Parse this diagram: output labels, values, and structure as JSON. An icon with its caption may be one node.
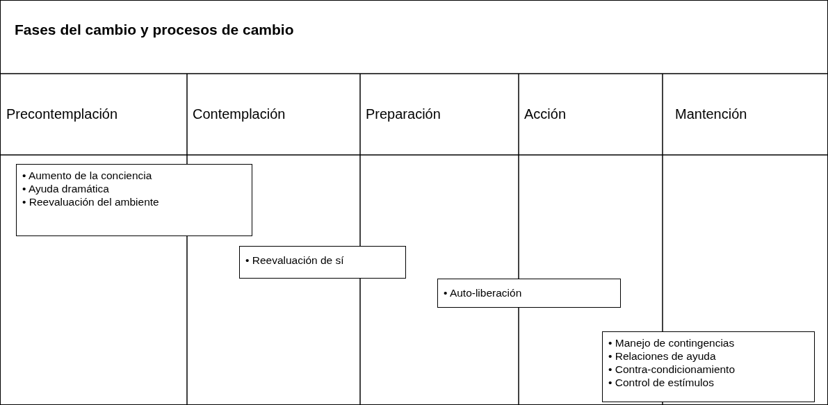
{
  "diagram": {
    "title": "Fases del cambio y procesos de cambio",
    "nodes": [
      {
        "text": [
          "Precontemplación"
        ]
      },
      {
        "text": [
          "Contemplación"
        ]
      },
      {
        "text": [
          "Preparación"
        ]
      },
      {
        "text": [
          "Acción"
        ]
      },
      {
        "text": [
          "Mantención"
        ]
      },
      {
        "text": [
          "• Aumento de la conciencia",
          "• Ayuda dramática",
          "• Reevaluación del ambiente"
        ]
      },
      {
        "text": [
          "• Reevaluación de sí"
        ]
      },
      {
        "text": [
          "• Auto-liberación"
        ]
      },
      {
        "text": [
          "• Manejo de contingencias",
          "• Relaciones de ayuda",
          "• Contra-condicionamiento",
          "• Control de estímulos"
        ]
      }
    ]
  }
}
